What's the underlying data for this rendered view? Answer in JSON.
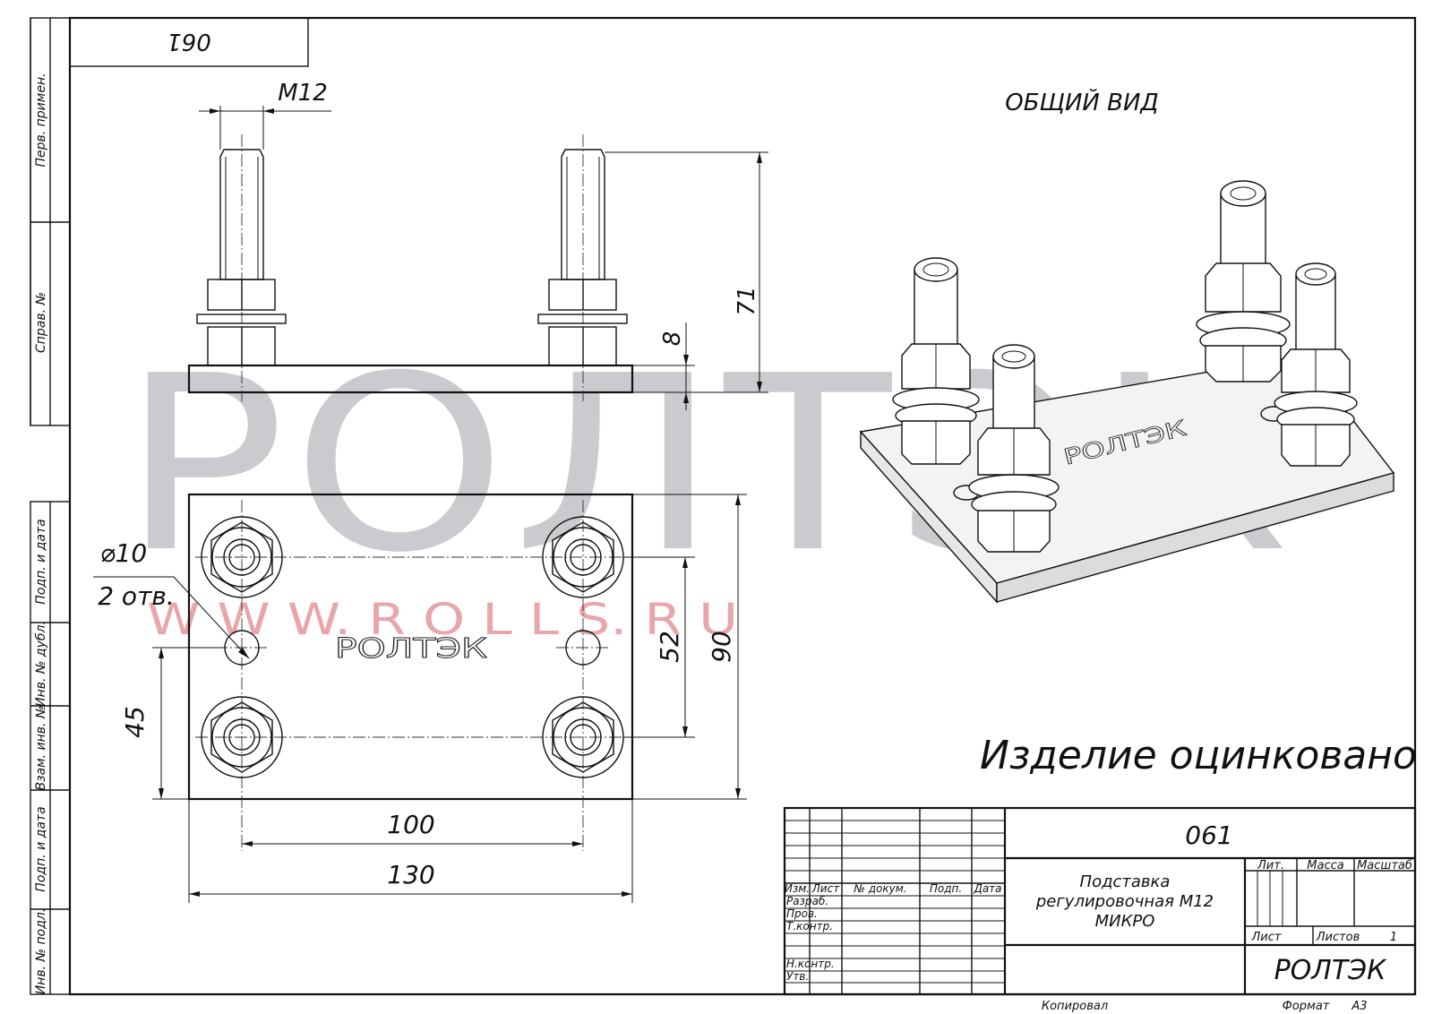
{
  "drawing": {
    "corner_stamp": "061",
    "view_title": "ОБЩИЙ ВИД",
    "note": "Изделие оцинковано",
    "watermark_logo": "РОЛТЭК",
    "watermark_url": "W W W. R O L L S. R U",
    "plate_logo": "РОЛТЭК",
    "iso_plate_logo": "РОЛТЭК"
  },
  "dimensions": {
    "thread": "М12",
    "height_total": "71",
    "plate_thickness": "8",
    "hole_dia": "⌀10",
    "hole_count": "2 отв.",
    "center_spacing_y": "52",
    "plate_width": "90",
    "offset_45": "45",
    "center_spacing_x": "100",
    "plate_length": "130"
  },
  "side_stamps": [
    "Перв. примен.",
    "Справ. №",
    "Подп. и дата",
    "Инв. № дубл.",
    "Взам. инв. №",
    "Подп. и дата",
    "Инв. № подл."
  ],
  "title_block": {
    "doc_number": "061",
    "name_line1": "Подставка",
    "name_line2": "регулировочная М12",
    "name_line3": "МИКРО",
    "col_headers": [
      "Изм.",
      "Лист",
      "№ докум.",
      "Подп.",
      "Дата"
    ],
    "role_rows": [
      "Разраб.",
      "Пров.",
      "Т.контр.",
      "Н.контр.",
      "Утв."
    ],
    "lit_label": "Лит.",
    "mass_label": "Масса",
    "scale_label": "Масштаб",
    "sheet_label": "Лист",
    "sheets_label": "Листов",
    "sheets_value": "1",
    "company": "РОЛТЭК",
    "copied_label": "Копировал",
    "format_label": "Формат",
    "format_value": "А3"
  }
}
